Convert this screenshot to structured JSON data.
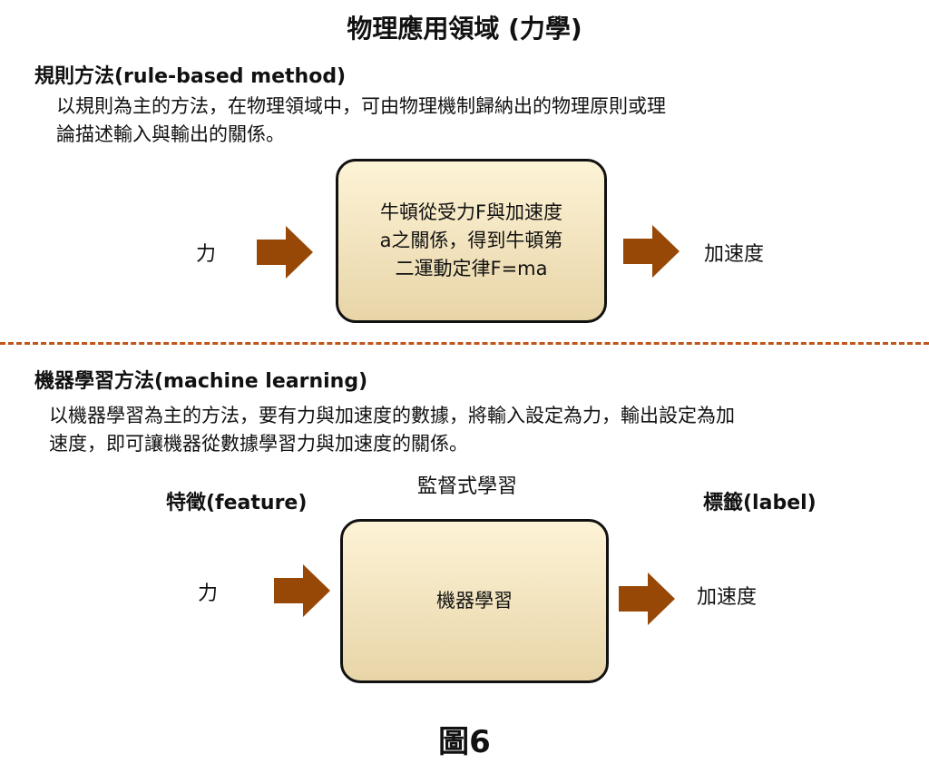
{
  "title": "物理應用領域 (力學)",
  "rule": {
    "heading": "規則方法(rule-based method)",
    "desc_line1": "以規則為主的方法，在物理領域中，可由物理機制歸納出的物理原則或理",
    "desc_line2": "論描述輸入與輸出的關係。",
    "input": "力",
    "box_line1": "牛頓從受力F與加速度",
    "box_line2": "a之關係，得到牛頓第",
    "box_line3": "二運動定律F=ma",
    "output": "加速度"
  },
  "ml": {
    "heading": "機器學習方法(machine learning)",
    "desc_line1": "以機器學習為主的方法，要有力與加速度的數據，將輸入設定為力，輸出設定為加",
    "desc_line2": "速度，即可讓機器從數據學習力與加速度的關係。",
    "feature_label": "特徵(feature)",
    "supervised_label": "監督式學習",
    "label_label": "標籤(label)",
    "input": "力",
    "box": "機器學習",
    "output": "加速度"
  },
  "figure_caption": "圖6",
  "colors": {
    "arrow": "#974806",
    "dash": "#c0561a"
  }
}
